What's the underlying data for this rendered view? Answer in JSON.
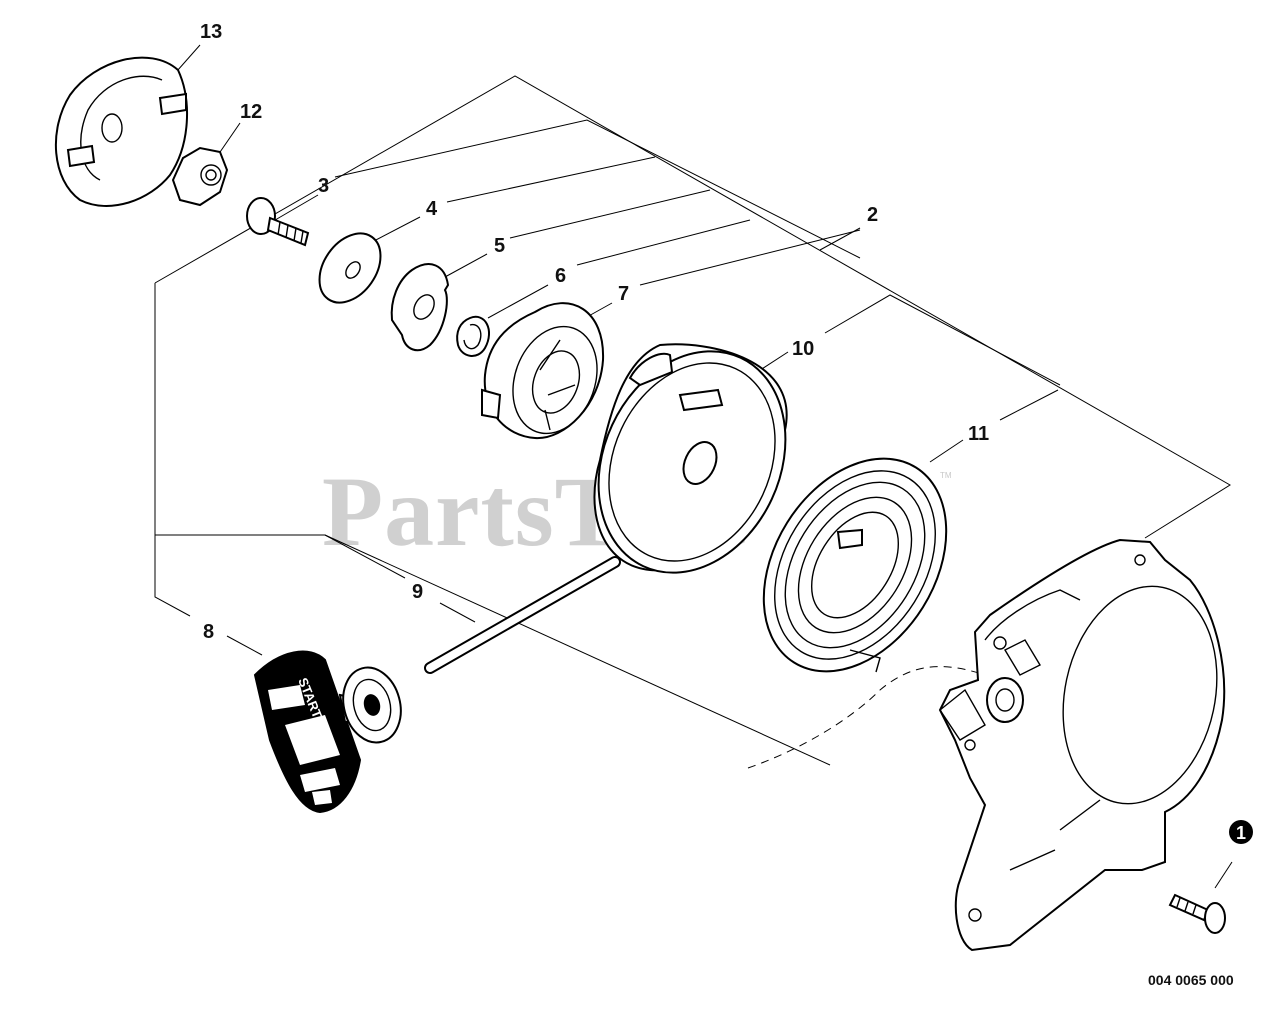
{
  "watermark": {
    "text": "PartsTree",
    "trademark": "TM"
  },
  "callouts": {
    "c1": "1",
    "c2": "2",
    "c3": "3",
    "c4": "4",
    "c5": "5",
    "c6": "6",
    "c7": "7",
    "c8": "8",
    "c9": "9",
    "c10": "10",
    "c11": "11",
    "c12": "12",
    "c13": "13"
  },
  "knob_text": "START",
  "drawing_number": "004 0065 000"
}
